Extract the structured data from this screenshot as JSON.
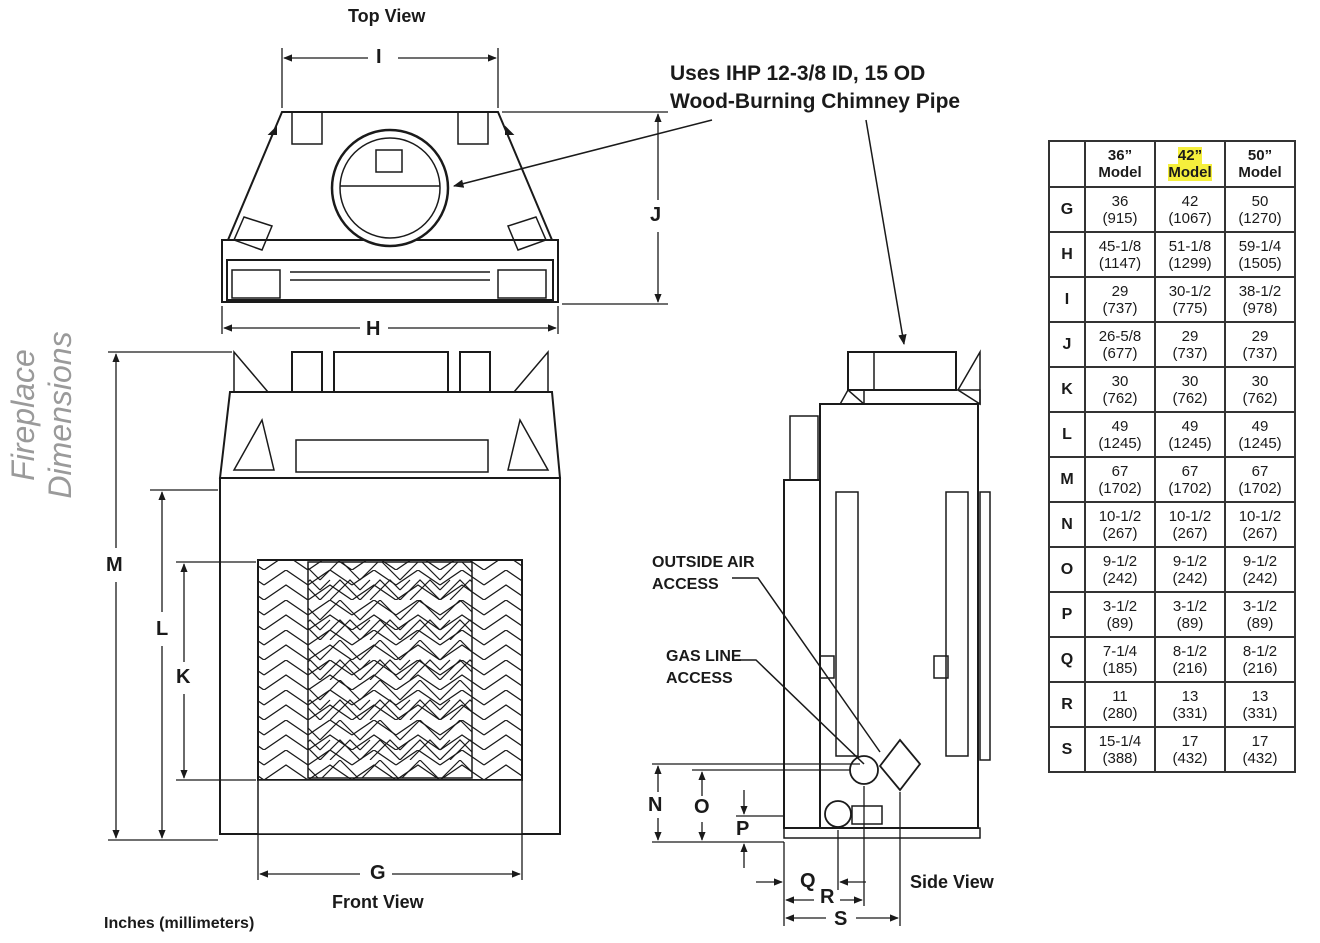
{
  "page_title": "Fireplace Dimensions",
  "views": {
    "top": "Top View",
    "front": "Front View",
    "side": "Side View"
  },
  "units_note": "Inches (millimeters)",
  "callouts": {
    "chimney_line1": "Uses IHP 12-3/8 ID, 15 OD",
    "chimney_line2": "Wood-Burning Chimney Pipe",
    "outside_air_line1": "OUTSIDE AIR",
    "outside_air_line2": "ACCESS",
    "gas_line_line1": "GAS LINE",
    "gas_line_line2": "ACCESS"
  },
  "dimension_letters": {
    "G": "G",
    "H": "H",
    "I": "I",
    "J": "J",
    "K": "K",
    "L": "L",
    "M": "M",
    "N": "N",
    "O": "O",
    "P": "P",
    "Q": "Q",
    "R": "R",
    "S": "S"
  },
  "table": {
    "columns": [
      {
        "line1": "36”",
        "line2": "Model",
        "highlighted": false
      },
      {
        "line1": "42”",
        "line2": "Model",
        "highlighted": true
      },
      {
        "line1": "50”",
        "line2": "Model",
        "highlighted": false
      }
    ],
    "rows": [
      {
        "label": "G",
        "values": [
          [
            "36",
            "(915)"
          ],
          [
            "42",
            "(1067)"
          ],
          [
            "50",
            "(1270)"
          ]
        ]
      },
      {
        "label": "H",
        "values": [
          [
            "45-1/8",
            "(1147)"
          ],
          [
            "51-1/8",
            "(1299)"
          ],
          [
            "59-1/4",
            "(1505)"
          ]
        ]
      },
      {
        "label": "I",
        "values": [
          [
            "29",
            "(737)"
          ],
          [
            "30-1/2",
            "(775)"
          ],
          [
            "38-1/2",
            "(978)"
          ]
        ]
      },
      {
        "label": "J",
        "values": [
          [
            "26-5/8",
            "(677)"
          ],
          [
            "29",
            "(737)"
          ],
          [
            "29",
            "(737)"
          ]
        ]
      },
      {
        "label": "K",
        "values": [
          [
            "30",
            "(762)"
          ],
          [
            "30",
            "(762)"
          ],
          [
            "30",
            "(762)"
          ]
        ]
      },
      {
        "label": "L",
        "values": [
          [
            "49",
            "(1245)"
          ],
          [
            "49",
            "(1245)"
          ],
          [
            "49",
            "(1245)"
          ]
        ]
      },
      {
        "label": "M",
        "values": [
          [
            "67",
            "(1702)"
          ],
          [
            "67",
            "(1702)"
          ],
          [
            "67",
            "(1702)"
          ]
        ]
      },
      {
        "label": "N",
        "values": [
          [
            "10-1/2",
            "(267)"
          ],
          [
            "10-1/2",
            "(267)"
          ],
          [
            "10-1/2",
            "(267)"
          ]
        ]
      },
      {
        "label": "O",
        "values": [
          [
            "9-1/2",
            "(242)"
          ],
          [
            "9-1/2",
            "(242)"
          ],
          [
            "9-1/2",
            "(242)"
          ]
        ]
      },
      {
        "label": "P",
        "values": [
          [
            "3-1/2",
            "(89)"
          ],
          [
            "3-1/2",
            "(89)"
          ],
          [
            "3-1/2",
            "(89)"
          ]
        ]
      },
      {
        "label": "Q",
        "values": [
          [
            "7-1/4",
            "(185)"
          ],
          [
            "8-1/2",
            "(216)"
          ],
          [
            "8-1/2",
            "(216)"
          ]
        ]
      },
      {
        "label": "R",
        "values": [
          [
            "11",
            "(280)"
          ],
          [
            "13",
            "(331)"
          ],
          [
            "13",
            "(331)"
          ]
        ]
      },
      {
        "label": "S",
        "values": [
          [
            "15-1/4",
            "(388)"
          ],
          [
            "17",
            "(432)"
          ],
          [
            "17",
            "(432)"
          ]
        ]
      }
    ]
  }
}
